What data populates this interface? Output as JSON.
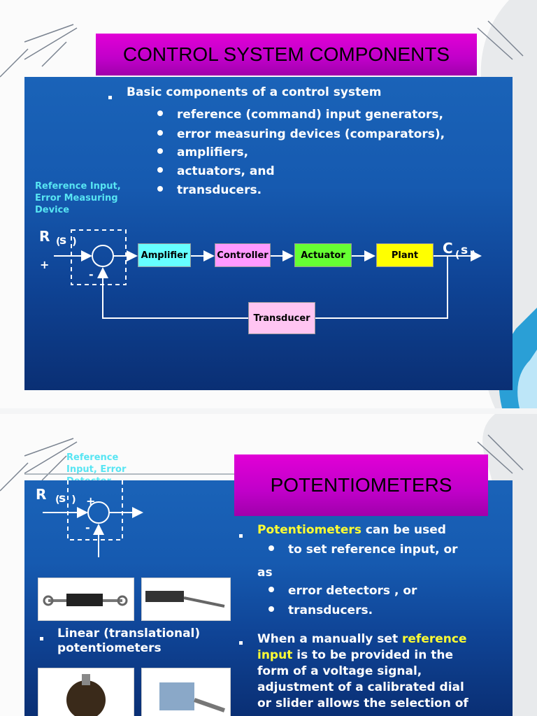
{
  "slide1": {
    "title": "CONTROL SYSTEM COMPONENTS",
    "heading": "Basic components of a control system",
    "items": [
      "reference (command) input generators,",
      "error measuring devices (comparators),",
      "amplifiers,",
      "actuators, and",
      "transducers."
    ],
    "annotation": [
      "Reference Input,",
      "Error Measuring",
      "Device"
    ],
    "diagram": {
      "input_letter": "R",
      "input_s": "s",
      "input_paren": "( )",
      "plus": "+",
      "minus": "-",
      "output_letter": "C",
      "output_s": "s",
      "output_paren": "( )",
      "blocks": {
        "amplifier": "Amplifier",
        "controller": "Controller",
        "actuator": "Actuator",
        "plant": "Plant",
        "transducer": "Transducer"
      }
    },
    "colors": {
      "amplifier": "#66ffff",
      "controller": "#ff99ff",
      "actuator": "#66ff33",
      "plant": "#ffff00",
      "transducer": "#ffc5f2",
      "title_bg": "#cc00cc",
      "panel_bg": "#165ab0"
    }
  },
  "slide2": {
    "title": "POTENTIOMETERS",
    "annotation": [
      "Reference",
      "Input, Error",
      "Detector"
    ],
    "diagram": {
      "input_letter": "R",
      "input_s": "s",
      "input_paren": "( )",
      "plus": "+",
      "minus": "-"
    },
    "left_bullet": [
      "Linear (translational)",
      "potentiometers"
    ],
    "right": {
      "p1_highlight": "Potentiometers",
      "p1_rest": " can be used",
      "sub1": "to set reference input, or",
      "as": "as",
      "sub2": "error detectors , or",
      "sub3": "transducers.",
      "p2_a": "When a manually set ",
      "p2_hl1": "reference",
      "p2_hl2": "input",
      "p2_b": " is to be provided in the",
      "p2_c": "form of a voltage signal,",
      "p2_d": "adjustment of a calibrated dial",
      "p2_e": "or slider allows the selection of"
    }
  }
}
